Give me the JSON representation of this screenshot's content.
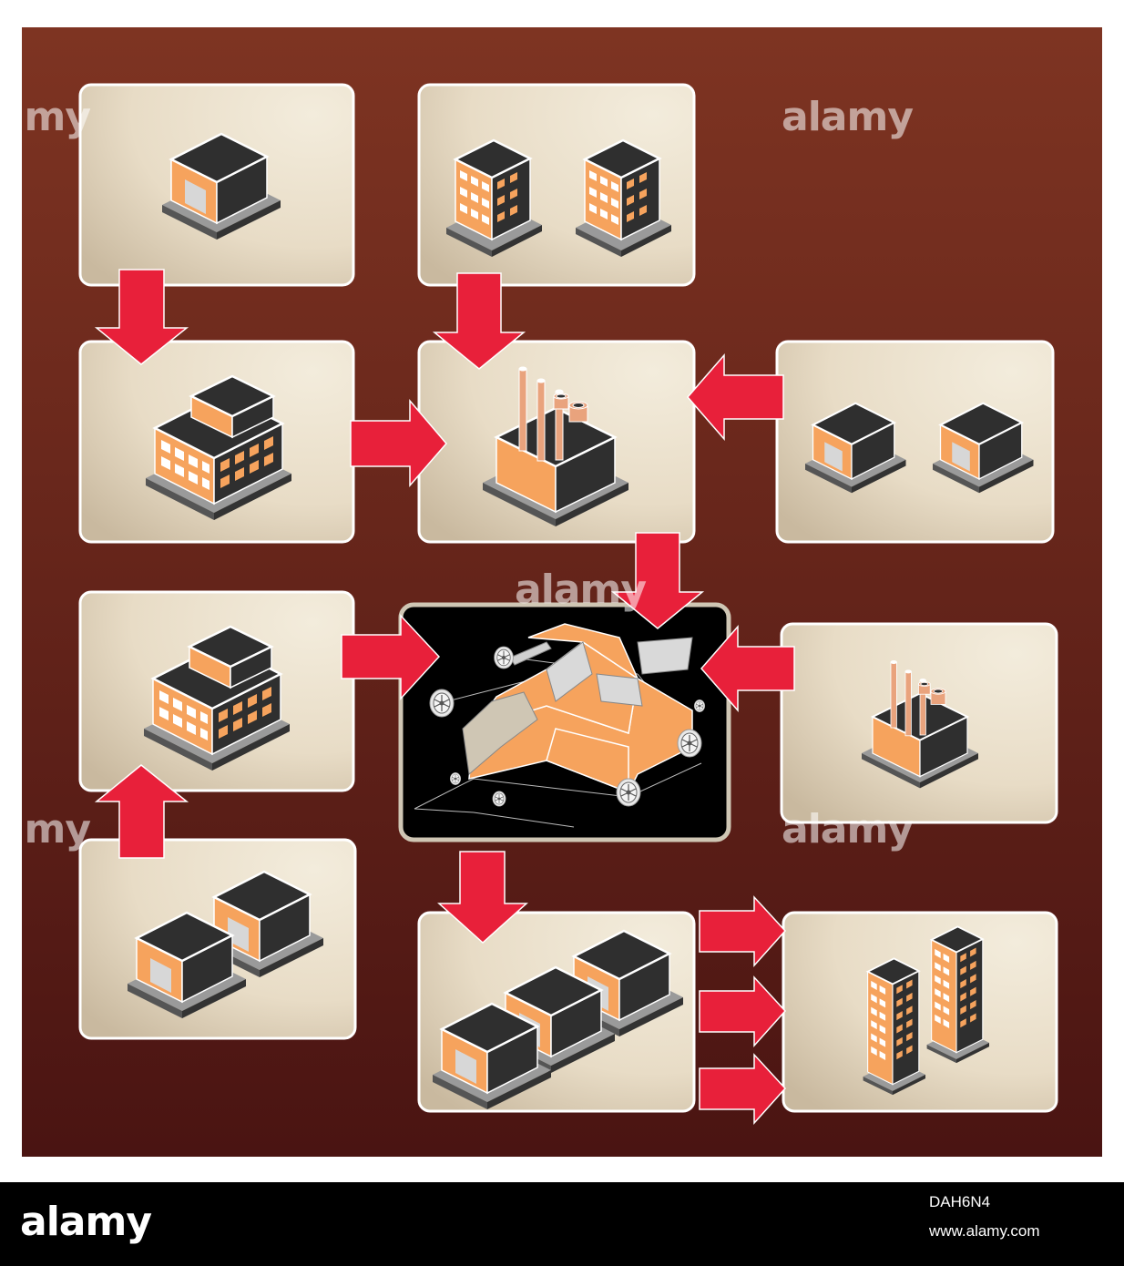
{
  "watermark": {
    "text": "alamy"
  },
  "footer": {
    "logo": "alamy",
    "image_id": "DAH6N4",
    "url": "www.alamy.com"
  },
  "colors": {
    "background_top": "#7e3422",
    "background_bottom": "#4a1412",
    "panel_fill": "#ece2cf",
    "panel_stroke": "#ffffff",
    "arrow": "#e8203a",
    "building_orange": "#f6a35d",
    "building_dark": "#2f2f2f",
    "car_panel_fill": "#000000",
    "car_panel_stroke": "#cfc6b4"
  },
  "nodes": [
    {
      "id": "workshop",
      "icon": "workshop-building-icon"
    },
    {
      "id": "twin-offices",
      "icon": "twin-office-buildings-icon"
    },
    {
      "id": "office-block-a",
      "icon": "office-block-icon"
    },
    {
      "id": "factory-main",
      "icon": "factory-chimneys-icon"
    },
    {
      "id": "twin-workshops",
      "icon": "twin-workshops-icon"
    },
    {
      "id": "office-block-b",
      "icon": "office-block-icon"
    },
    {
      "id": "car-assembly",
      "icon": "car-assembly-icon"
    },
    {
      "id": "factory-small",
      "icon": "factory-chimneys-icon"
    },
    {
      "id": "garage-pair",
      "icon": "garage-pair-icon"
    },
    {
      "id": "warehouse-row",
      "icon": "warehouse-row-icon"
    },
    {
      "id": "tower-blocks",
      "icon": "tower-blocks-icon"
    }
  ],
  "edges": [
    {
      "from": "workshop",
      "to": "office-block-a"
    },
    {
      "from": "twin-offices",
      "to": "factory-main"
    },
    {
      "from": "office-block-a",
      "to": "factory-main"
    },
    {
      "from": "twin-workshops",
      "to": "factory-main"
    },
    {
      "from": "factory-main",
      "to": "car-assembly"
    },
    {
      "from": "office-block-b",
      "to": "car-assembly"
    },
    {
      "from": "factory-small",
      "to": "car-assembly"
    },
    {
      "from": "garage-pair",
      "to": "office-block-b"
    },
    {
      "from": "car-assembly",
      "to": "warehouse-row"
    },
    {
      "from": "warehouse-row",
      "to": "tower-blocks"
    },
    {
      "from": "warehouse-row",
      "to": "tower-blocks"
    },
    {
      "from": "warehouse-row",
      "to": "tower-blocks"
    }
  ]
}
